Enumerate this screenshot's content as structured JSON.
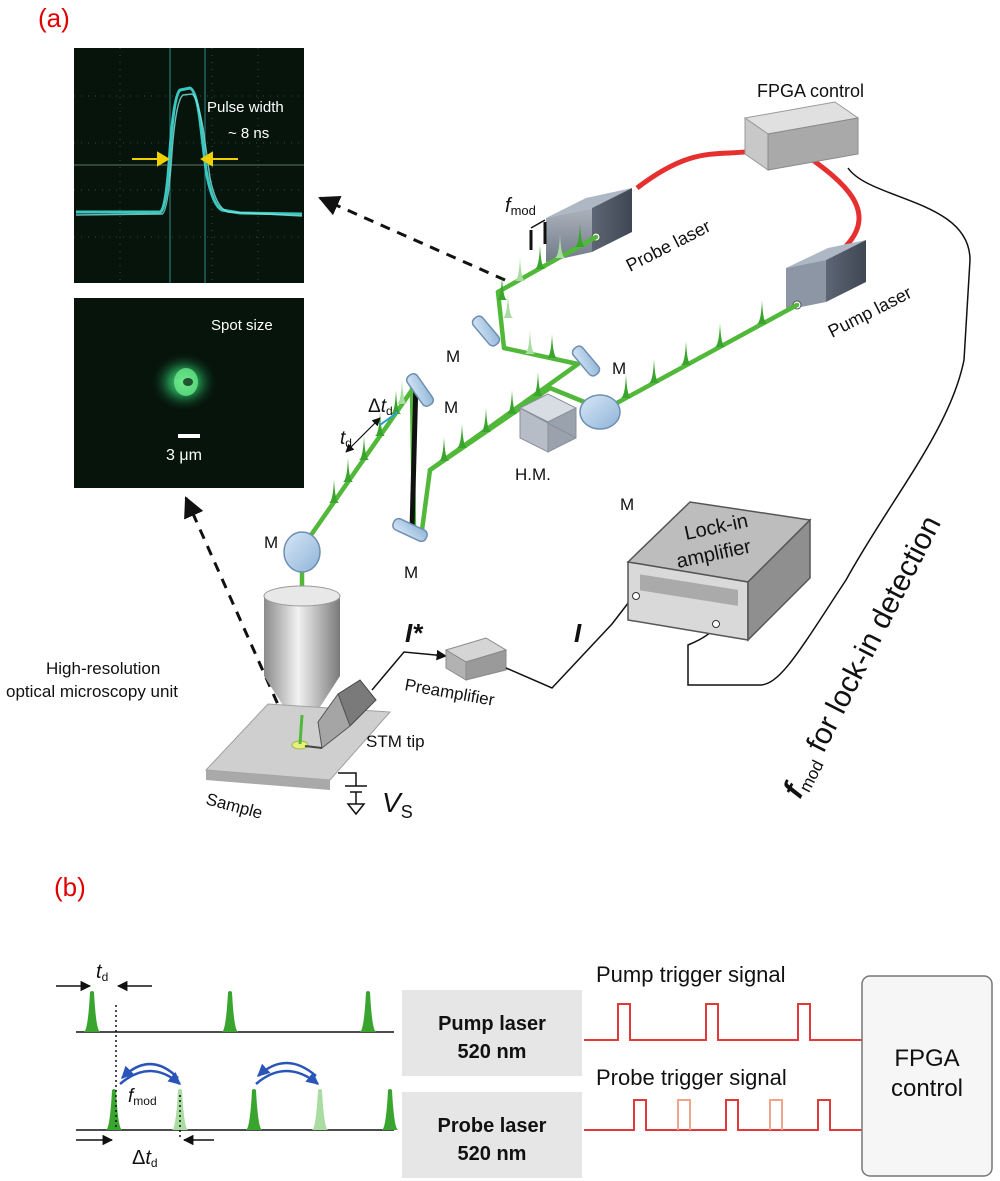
{
  "panel_a": {
    "label": "(a)",
    "inset_pulse": {
      "title": "Pulse width",
      "value": "~ 8 ns"
    },
    "inset_spot": {
      "title": "Spot size",
      "scale_value": "3 μm"
    },
    "components": {
      "fpga": "FPGA control",
      "probe_laser": "Probe laser",
      "pump_laser": "Pump laser",
      "mirror": "M",
      "half_mirror": "H.M.",
      "lockin_line1": "Lock-in",
      "lockin_line2": "amplifier",
      "preamp": "Preamplifier",
      "stm_tip": "STM tip",
      "sample": "Sample",
      "microscopy_line1": "High-resolution",
      "microscopy_line2": "optical microscopy unit"
    },
    "symbols": {
      "f": "f",
      "mod": "mod",
      "t": "t",
      "d": "d",
      "delta": "Δ",
      "I_star": "I*",
      "I": "I",
      "V": "V",
      "S": "S",
      "lockin_detection": " for lock-in detection"
    }
  },
  "panel_b": {
    "label": "(b)",
    "pump_box": {
      "line1": "Pump laser",
      "line2": "520 nm"
    },
    "probe_box": {
      "line1": "Probe laser",
      "line2": "520 nm"
    },
    "pump_trigger": "Pump trigger signal",
    "probe_trigger": "Probe trigger signal",
    "fpga_line1": "FPGA",
    "fpga_line2": "control",
    "symbols": {
      "t": "t",
      "d": "d",
      "f": "f",
      "mod": "mod",
      "delta": "Δ"
    }
  },
  "colors": {
    "panel_label": "#e00000",
    "beam": "#52b83a",
    "pulse": "#3aa52e",
    "cable_red": "#e63030",
    "trigger_red": "#e23a3a",
    "trigger_faded": "#f0a58a",
    "curved_arrow": "#2a55b8",
    "inset_bg": "#06140c",
    "scope_trace": "#39c8c0"
  }
}
